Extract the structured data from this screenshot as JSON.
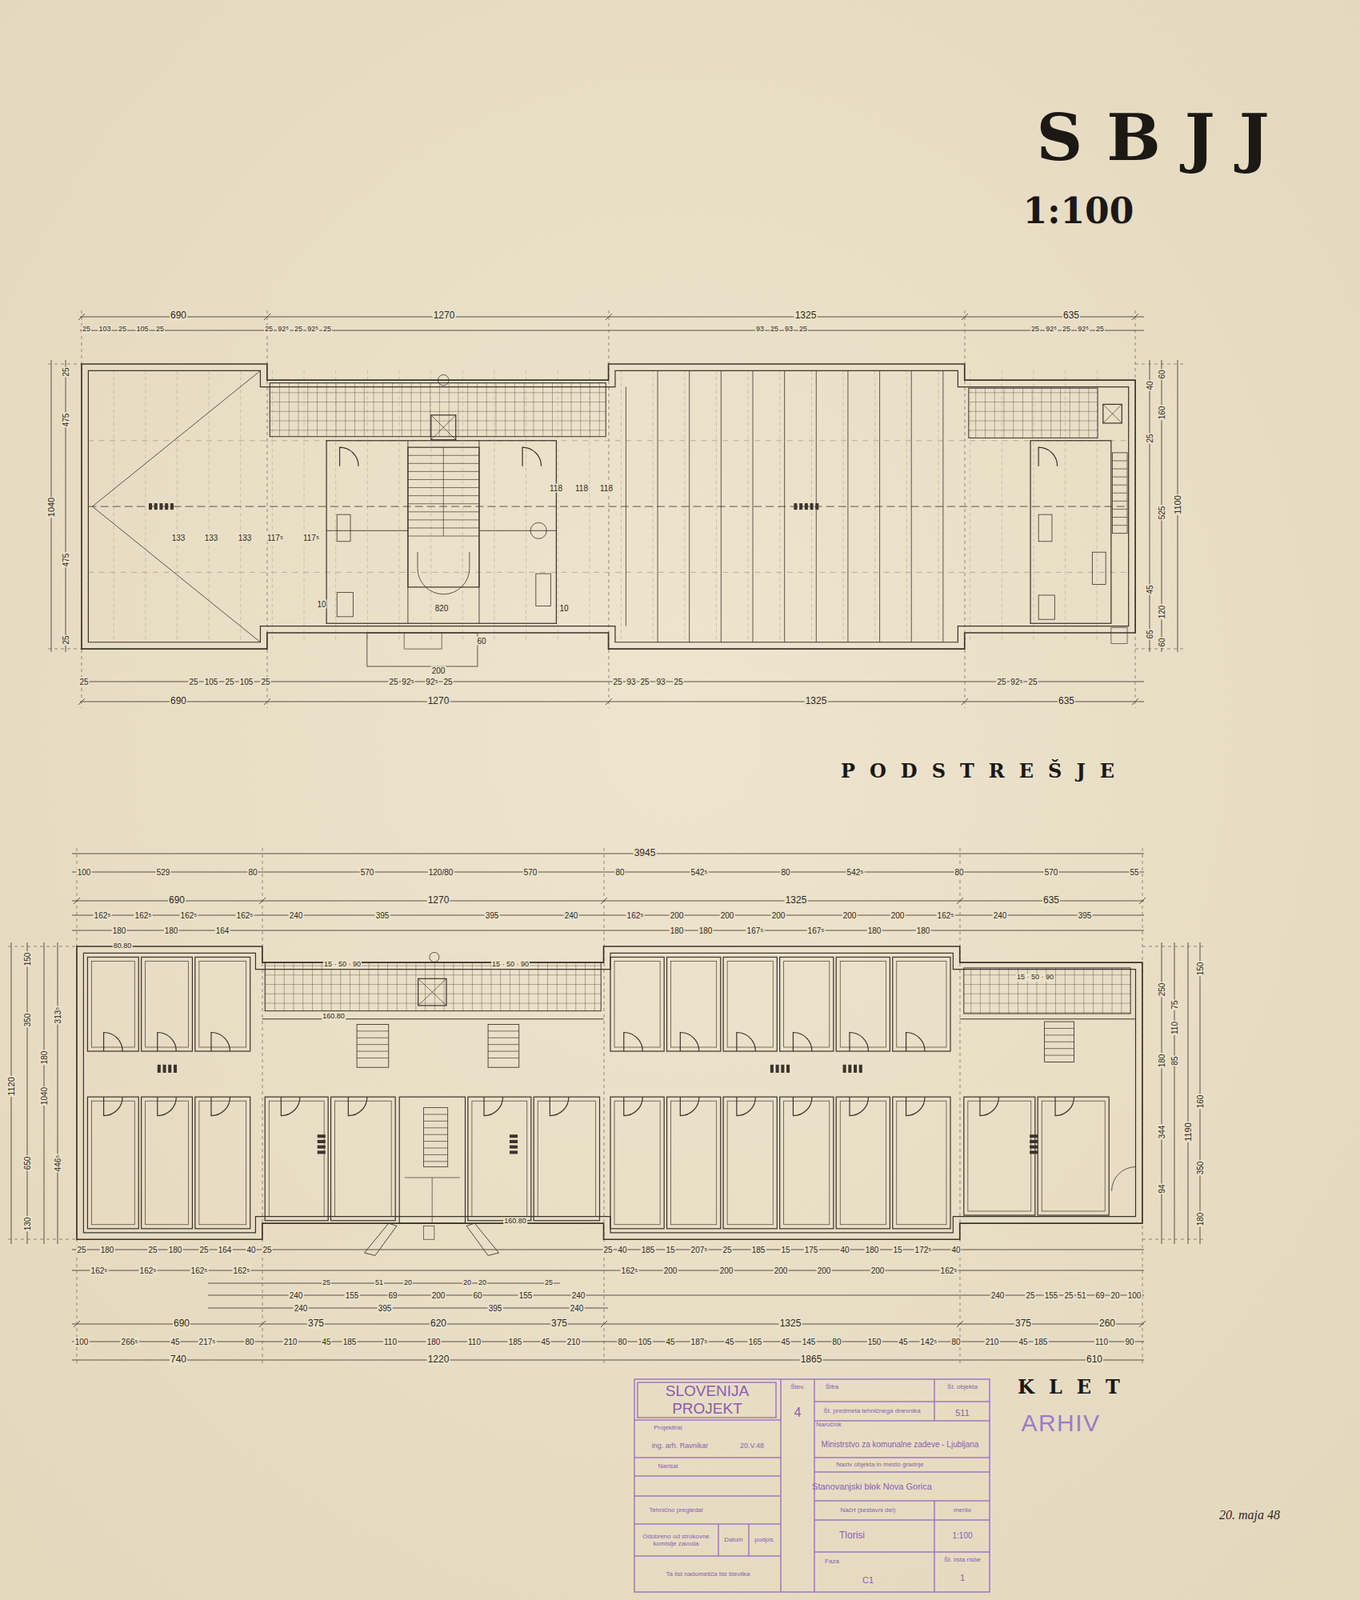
{
  "diagram": {
    "title": "SBJJ",
    "labels": [
      "1:100",
      "PODSTREŠJE",
      "KLET",
      "ARHIV",
      "20. maja 48",
      "690",
      "1270",
      "1325",
      "635",
      "25",
      "103",
      "25",
      "105",
      "25",
      "25",
      "92⁵",
      "25",
      "92⁵",
      "25",
      "93",
      "25",
      "93",
      "25",
      "25",
      "92⁵",
      "25",
      "92⁵",
      "25",
      "25",
      "475",
      "475",
      "25",
      "1040",
      "40",
      "25",
      "45",
      "65",
      "60",
      "160",
      "525",
      "120",
      "60",
      "1100",
      "118",
      "118",
      "118",
      "133",
      "133",
      "133",
      "117⁵",
      "117⁵",
      "820",
      "10",
      "10",
      "60",
      "200",
      "25",
      "25",
      "105",
      "25",
      "105",
      "25",
      "25",
      "92⁵",
      "92⁵",
      "25",
      "25",
      "93",
      "25",
      "93",
      "25",
      "25",
      "92⁵",
      "25",
      "690",
      "1270",
      "1325",
      "635",
      "3945",
      "100",
      "529",
      "80",
      "570",
      "120/80",
      "570",
      "80",
      "542⁵",
      "80",
      "542⁵",
      "80",
      "570",
      "55",
      "690",
      "1270",
      "1325",
      "635",
      "162⁵",
      "162⁵",
      "162⁵",
      "162⁵",
      "240",
      "395",
      "395",
      "240",
      "162⁵",
      "200",
      "200",
      "200",
      "200",
      "200",
      "162⁵",
      "240",
      "395",
      "180",
      "180",
      "164",
      "180",
      "180",
      "167⁵",
      "167⁵",
      "180",
      "180",
      "15 · 50 · 90",
      "15 · 50 · 90",
      "15 · 50 · 90",
      "80.80",
      "160.80",
      "160.80",
      "150",
      "350",
      "650",
      "130",
      "1120",
      "180",
      "1040",
      "313⁵",
      "446⁵",
      "250",
      "180",
      "344",
      "94",
      "75",
      "110",
      "85",
      "1190",
      "150",
      "160",
      "350",
      "180",
      "25",
      "180",
      "25",
      "180",
      "25",
      "164",
      "40",
      "25",
      "25",
      "40",
      "185",
      "15",
      "207⁵",
      "25",
      "185",
      "15",
      "175",
      "40",
      "180",
      "15",
      "172⁵",
      "40",
      "162⁵",
      "162⁵",
      "162⁵",
      "162⁵",
      "162⁵",
      "200",
      "200",
      "200",
      "200",
      "200",
      "162⁵",
      "25",
      "51",
      "20",
      "20",
      "20",
      "25",
      "240",
      "155",
      "69",
      "200",
      "60",
      "155",
      "240",
      "240",
      "25",
      "155",
      "25",
      "51",
      "69",
      "20",
      "100",
      "240",
      "395",
      "395",
      "240",
      "690",
      "375",
      "620",
      "375",
      "1325",
      "375",
      "260",
      "100",
      "266⁵",
      "45",
      "217⁵",
      "80",
      "210",
      "45",
      "185",
      "110",
      "180",
      "110",
      "185",
      "45",
      "210",
      "80",
      "105",
      "45",
      "187⁵",
      "45",
      "165",
      "45",
      "145",
      "80",
      "150",
      "45",
      "142⁵",
      "80",
      "210",
      "45",
      "185",
      "110",
      "90",
      "740",
      "1220",
      "1865",
      "610",
      "SLOVENIJA PROJEKT",
      "Štev.",
      "4",
      "Šifra",
      "Št. objekta",
      "Št. predmeta tehničnega dnevnika",
      "511",
      "Projektiral",
      "ing. arh. Ravnikar",
      "20.V.48",
      "Naročnik",
      "Ministrstvo za komunalne zadeve - Ljubljana",
      "Narisal",
      "Naziv objekta in mesto gradnje",
      "Stanovanjski blok Nova Gorica",
      "Tehnično pregledal",
      "Načrt (sestavni del)",
      "merilo",
      "Tlorisi",
      "1:100",
      "Odobreno od strokovne komisije zavoda",
      "Datum",
      "podpis",
      "Faza",
      "C1",
      "Št. lista risbe",
      "1",
      "Ta list nadomešča list številka"
    ]
  }
}
